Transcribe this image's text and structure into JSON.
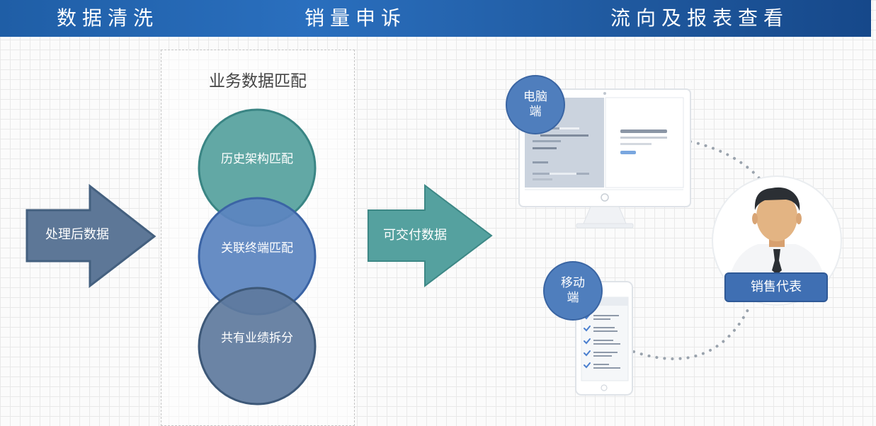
{
  "header": {
    "left_title": "数据清洗",
    "center_title": "销量申诉",
    "right_title": "流向及报表查看"
  },
  "matching_panel": {
    "title": "业务数据匹配",
    "circles": [
      {
        "label": "历史架构匹配",
        "color": "#5aa3a0"
      },
      {
        "label": "关联终端匹配",
        "color": "#5b84c0"
      },
      {
        "label": "共有业绩拆分",
        "color": "#5e799d"
      }
    ]
  },
  "arrows": {
    "processed_data": "处理后数据",
    "deliverable_data": "可交付数据"
  },
  "devices": {
    "desktop_badge": "电脑端",
    "mobile_badge": "移动端"
  },
  "sales_rep_label": "销售代表",
  "colors": {
    "header_blue": "#2a6fbe",
    "arrow_slate": "#5d7797",
    "arrow_teal": "#55a19f",
    "badge_blue": "#4f7ebd"
  }
}
